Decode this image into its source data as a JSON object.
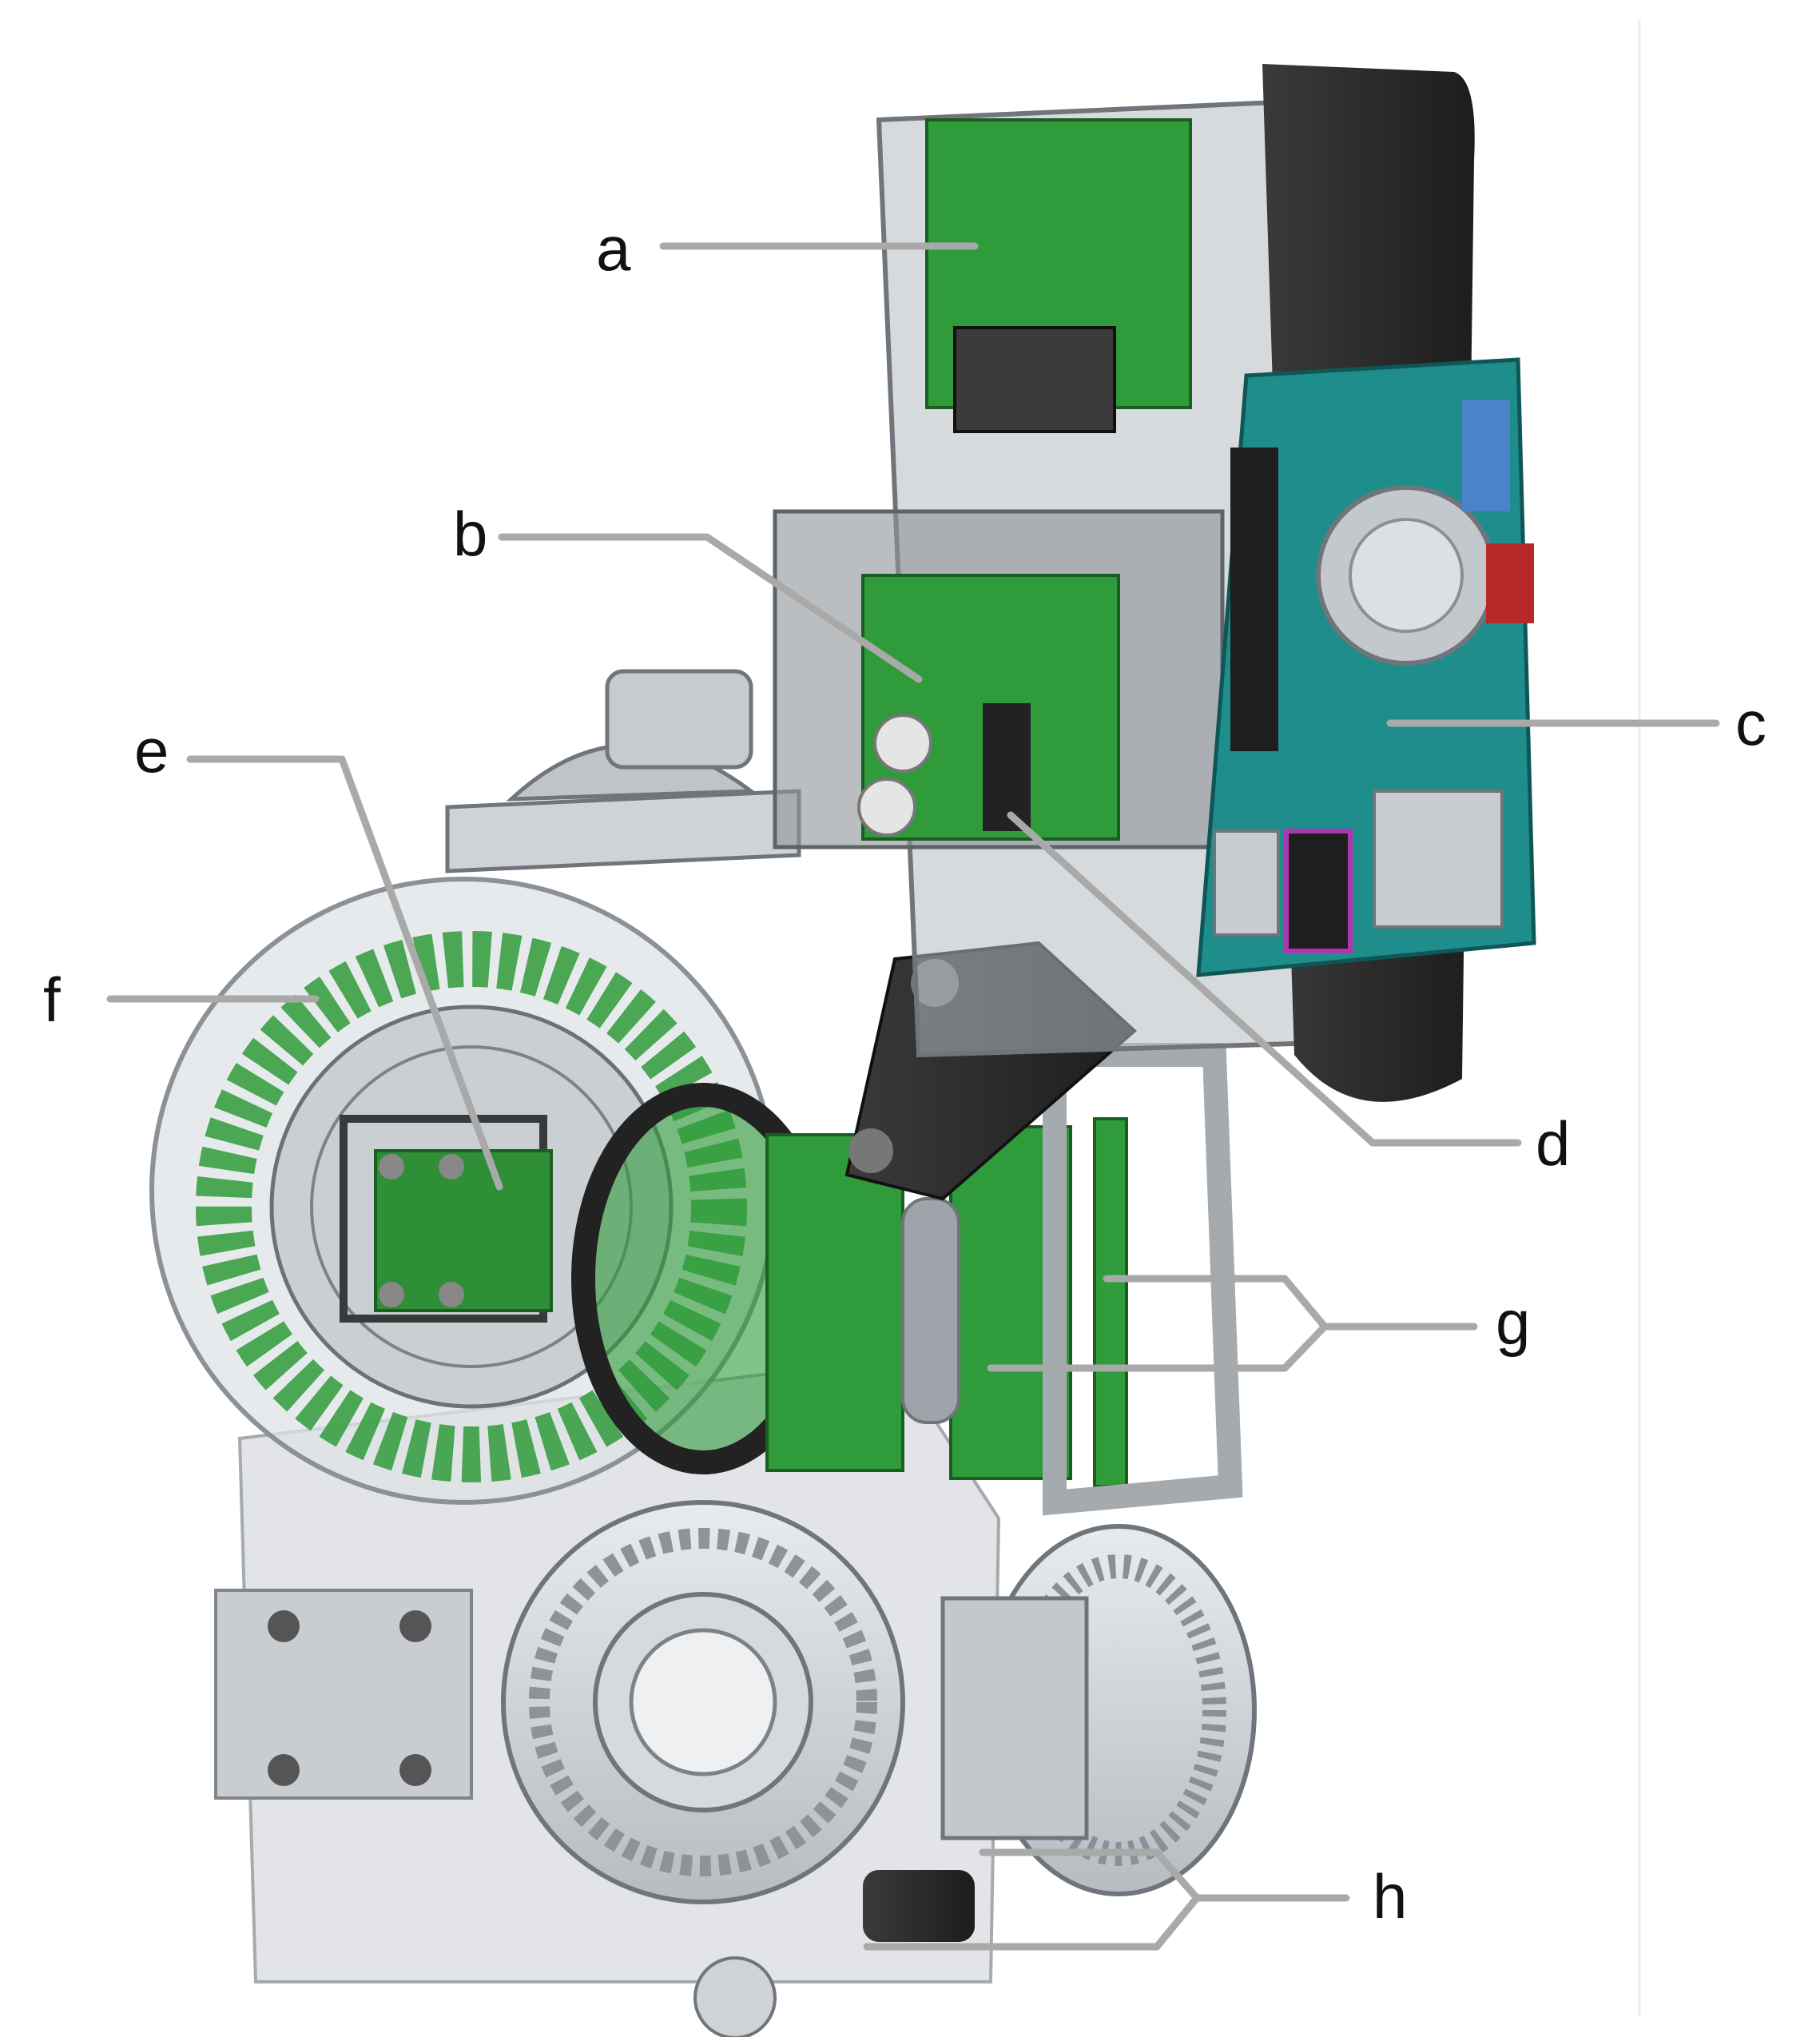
{
  "labels": {
    "a": "a",
    "b": "b",
    "c": "c",
    "d": "d",
    "e": "e",
    "f": "f",
    "g": "g",
    "h": "h"
  },
  "colors": {
    "pcb_green": "#2f9b3a",
    "housing_gray": "#8b8f93",
    "dark_part": "#2b2b2b",
    "leader_line": "#a9a9a9",
    "teal_board": "#1f8d8c"
  }
}
